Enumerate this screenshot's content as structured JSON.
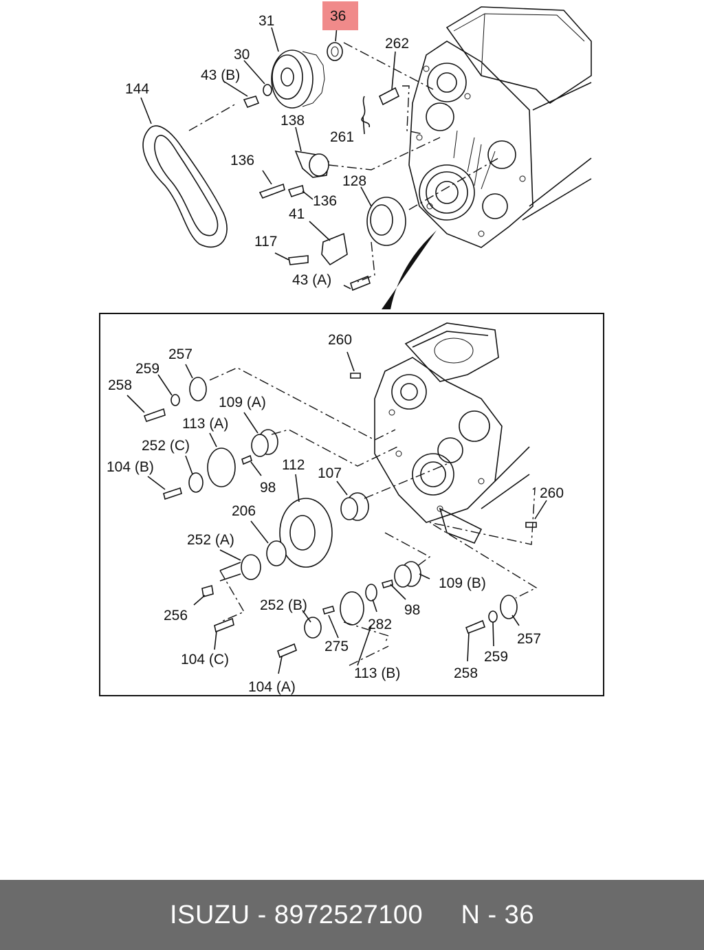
{
  "highlight_color": "#f08a8a",
  "footer_bg": "#6b6b6b",
  "callouts": {
    "c36": "36",
    "c31": "31",
    "c262": "262",
    "c30": "30",
    "c43b": "43 (B)",
    "c144": "144",
    "c261": "261",
    "c138": "138",
    "c136a": "136",
    "c136b": "136",
    "c128": "128",
    "c41": "41",
    "c117": "117",
    "c43a": "43 (A)",
    "c260a": "260",
    "c257a": "257",
    "c259a": "259",
    "c258a": "258",
    "c109a": "109 (A)",
    "c113a": "113 (A)",
    "c252c": "252 (C)",
    "c104b": "104 (B)",
    "c98a": "98",
    "c112": "112",
    "c107": "107",
    "c260b": "260",
    "c206": "206",
    "c252a": "252 (A)",
    "c109b": "109 (B)",
    "c98b": "98",
    "c256": "256",
    "c252b": "252 (B)",
    "c282": "282",
    "c257b": "257",
    "c104c": "104 (C)",
    "c275": "275",
    "c259b": "259",
    "c104a": "104 (A)",
    "c113b": "113 (B)",
    "c258b": "258"
  },
  "footer": {
    "brand": "ISUZU",
    "sep1": " - ",
    "part_number": "8972527100",
    "gap": "     ",
    "ref": "N - 36"
  }
}
